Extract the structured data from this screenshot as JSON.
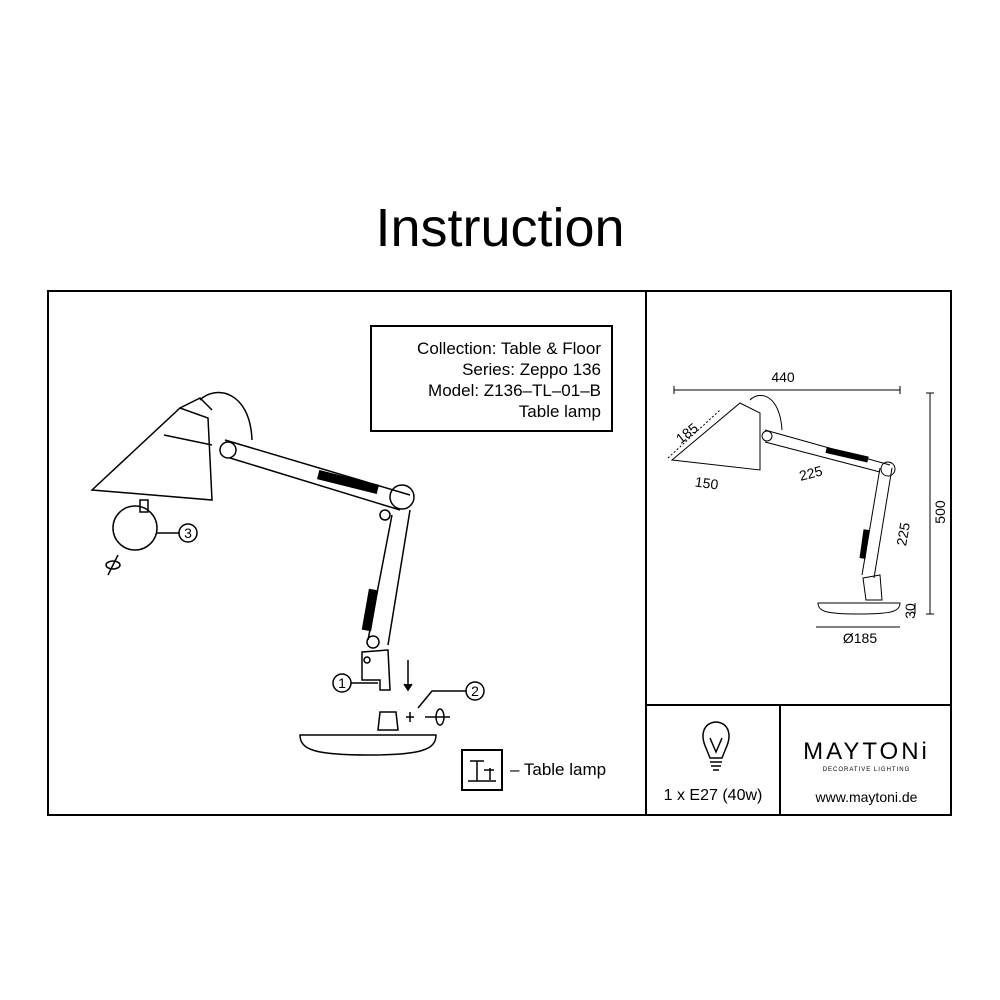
{
  "title": "Instruction",
  "info": {
    "collection": "Collection: Table & Floor",
    "series": "Series: Zeppo 136",
    "model": "Model: Z136–TL–01–B",
    "type": "Table lamp"
  },
  "assembly": {
    "callout_1": "1",
    "callout_2": "2",
    "callout_3": "3"
  },
  "legend": {
    "icon": "table-lamp-icon",
    "label": "– Table lamp"
  },
  "dimensions": {
    "width": "440",
    "height": "500",
    "shade_side": "185",
    "shade_bottom": "150",
    "upper_arm": "225",
    "lower_arm": "225",
    "base_height": "30",
    "base_diameter": "Ø185"
  },
  "bulb": {
    "icon": "light-bulb-icon",
    "spec": "1 x E27 (40w)"
  },
  "brand": {
    "name": "MAYTONi",
    "tagline": "DECORATIVE LIGHTING",
    "website": "www.maytoni.de"
  }
}
